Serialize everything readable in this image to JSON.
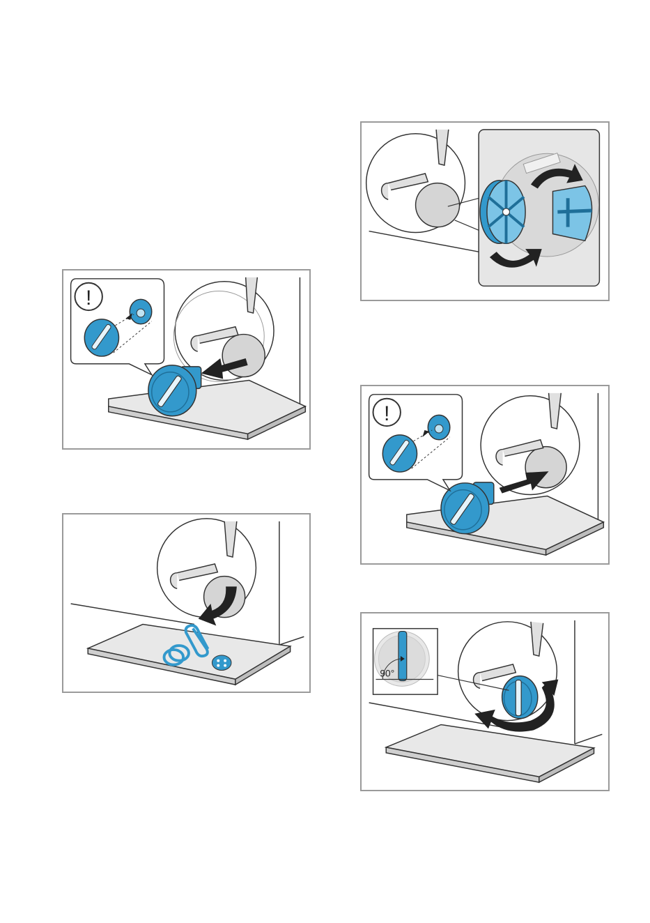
{
  "figures": [
    {
      "id": "remove-filter-cap",
      "warning_symbol": "!"
    },
    {
      "id": "clean-debris"
    },
    {
      "id": "rotate-pump-impeller"
    },
    {
      "id": "reinsert-filter-cap",
      "warning_symbol": "!"
    },
    {
      "id": "tighten-filter-cap",
      "angle_label": "90°"
    }
  ],
  "colors": {
    "accent_blue": "#3399cc",
    "light_blue": "#7cc4e6",
    "outline": "#333333",
    "panel_border": "#9a9a9a",
    "grey_fill": "#d5d5d5"
  }
}
